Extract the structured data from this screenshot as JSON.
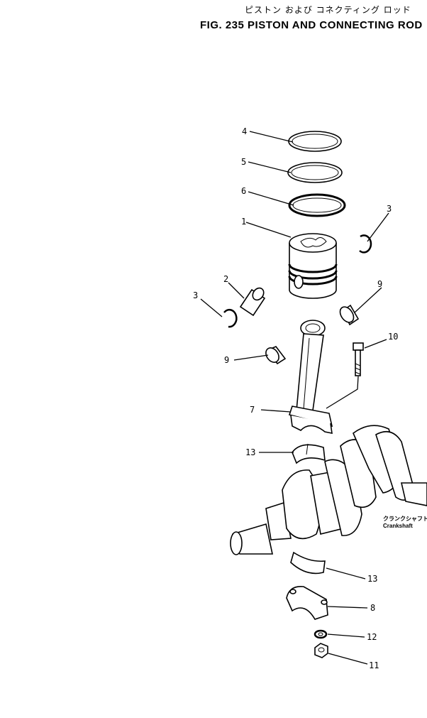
{
  "header": {
    "title_jp": "ピストン および コネクティング ロッド",
    "title_en": "FIG. 235  PISTON  AND  CONNECTING  ROD"
  },
  "callouts": {
    "c1": "1",
    "c2": "2",
    "c3_right": "3",
    "c3_left": "3",
    "c4": "4",
    "c5": "5",
    "c6": "6",
    "c7": "7",
    "c8": "8",
    "c9_right": "9",
    "c9_left": "9",
    "c10": "10",
    "c11": "11",
    "c12": "12",
    "c13_top": "13",
    "c13_bottom": "13"
  },
  "crankshaft_label": {
    "jp": "クランクシャフト",
    "en": "Crankshaft"
  }
}
